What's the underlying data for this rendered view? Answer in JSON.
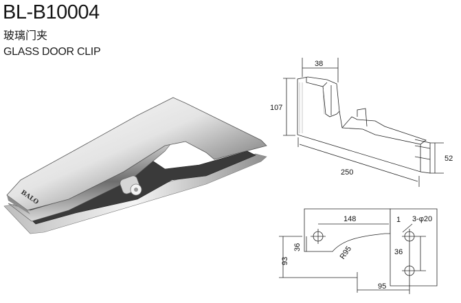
{
  "header": {
    "model": "BL-B10004",
    "name_cn": "玻璃门夹",
    "name_en": "GLASS DOOR CLIP"
  },
  "product_photo": {
    "brand_mark": "BALO"
  },
  "side_view": {
    "width_top": "38",
    "height": "107",
    "length": "250",
    "thickness": "52"
  },
  "plate_view": {
    "offset": "148",
    "gap": "1",
    "holes": "3-φ20",
    "hole_offset_left": "36",
    "radius": "R95",
    "hole_offset_right": "36",
    "total_height": "93",
    "bottom_width": "95"
  }
}
